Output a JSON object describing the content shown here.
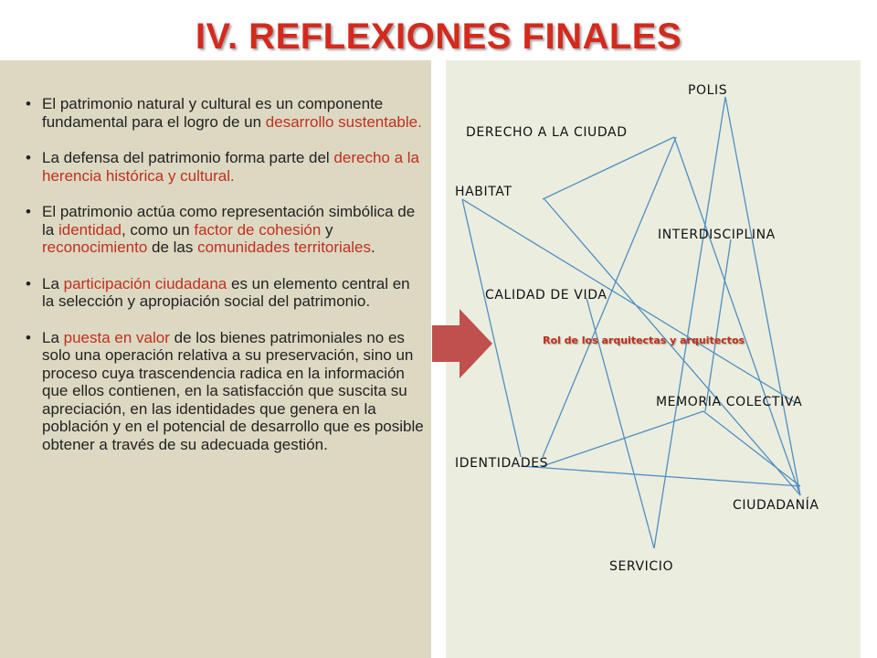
{
  "title": "IV.  REFLEXIONES FINALES",
  "bullets": [
    {
      "segments": [
        {
          "text": "El patrimonio natural y cultural es un componente fundamental para el logro de un ",
          "hl": false
        },
        {
          "text": "desarrollo sustentable.",
          "hl": true
        }
      ]
    },
    {
      "segments": [
        {
          "text": "La defensa del patrimonio forma parte del ",
          "hl": false
        },
        {
          "text": "derecho a la herencia histórica y cultural.",
          "hl": true
        }
      ]
    },
    {
      "segments": [
        {
          "text": "El patrimonio actúa como representación simbólica de la ",
          "hl": false
        },
        {
          "text": "identidad",
          "hl": true
        },
        {
          "text": ", como un ",
          "hl": false
        },
        {
          "text": "factor de cohesión",
          "hl": true
        },
        {
          "text": "  y ",
          "hl": false
        },
        {
          "text": "reconocimiento",
          "hl": true
        },
        {
          "text": " de las ",
          "hl": false
        },
        {
          "text": "comunidades territoriales",
          "hl": true
        },
        {
          "text": ".",
          "hl": false
        }
      ]
    },
    {
      "segments": [
        {
          "text": "La ",
          "hl": false
        },
        {
          "text": "participación ciudadana",
          "hl": true
        },
        {
          "text": " es un elemento central en la selección y apropiación social del patrimonio.",
          "hl": false
        }
      ]
    },
    {
      "segments": [
        {
          "text": "La ",
          "hl": false
        },
        {
          "text": "puesta en valor",
          "hl": true
        },
        {
          "text": " de los bienes patrimoniales no es solo una operación relativa a su preservación, sino un proceso cuya trascendencia radica en la información que ellos contienen, en la satisfacción que suscita su apreciación, en las identidades que genera en la población y en el potencial de desarrollo que es posible obtener a través de su adecuada gestión.",
          "hl": false
        }
      ]
    }
  ],
  "diagram": {
    "center_label": "Rol de los arquitectas y arquitectos",
    "terms": {
      "polis": "POLIS",
      "derecho": "DERECHO A LA CIUDAD",
      "habitat": "HABITAT",
      "interdisciplina": "INTERDISCIPLINA",
      "calidad": "CALIDAD DE VIDA",
      "memoria": "MEMORIA  COLECTIVA",
      "identidades": "IDENTIDADES",
      "ciudadania": "CIUDADANÍA",
      "servicio": "SERVICIO"
    }
  },
  "colors": {
    "title": "#d42a1e",
    "highlight": "#c0301f",
    "left_panel": "#ddd8c2",
    "right_panel": "#ebeddf",
    "arrow": "#c0504d",
    "lines": "#4f8fc0"
  }
}
